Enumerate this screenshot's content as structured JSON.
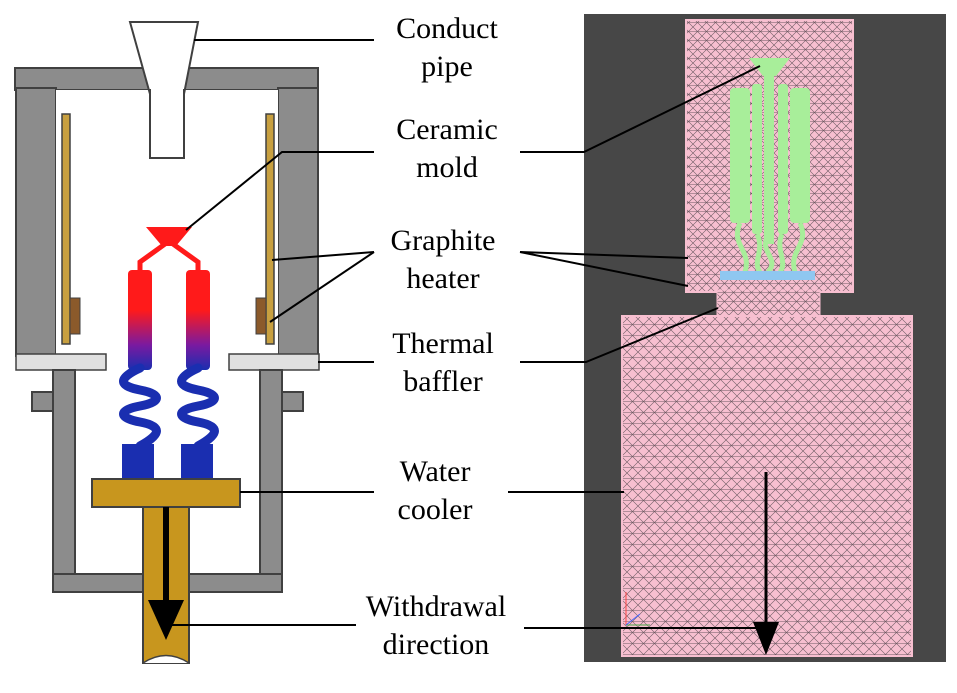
{
  "labels": {
    "conduct_pipe": [
      "Conduct",
      "pipe"
    ],
    "ceramic_mold": [
      "Ceramic",
      "mold"
    ],
    "graphite_heater": [
      "Graphite",
      "heater"
    ],
    "thermal_baffler": [
      "Thermal",
      "baffler"
    ],
    "water_cooler": [
      "Water",
      "cooler"
    ],
    "withdrawal_direction": [
      "Withdrawal",
      "direction"
    ]
  },
  "colors": {
    "furnace_wall": "#8c8c8c",
    "furnace_edge": "#404040",
    "heater": "#c8a040",
    "heater_pad": "#8b5a2b",
    "baffler": "#e0e0e0",
    "mold_hot": "#ff1a1a",
    "mold_cold": "#1a2eb0",
    "cooler": "#c8961e",
    "mesh_bg": "#474747",
    "mesh_fill": "#f7bfd0",
    "mesh_line": "#6d5a62",
    "casting": "#a8ee9a",
    "cooler_plate": "#8fc7f0"
  }
}
